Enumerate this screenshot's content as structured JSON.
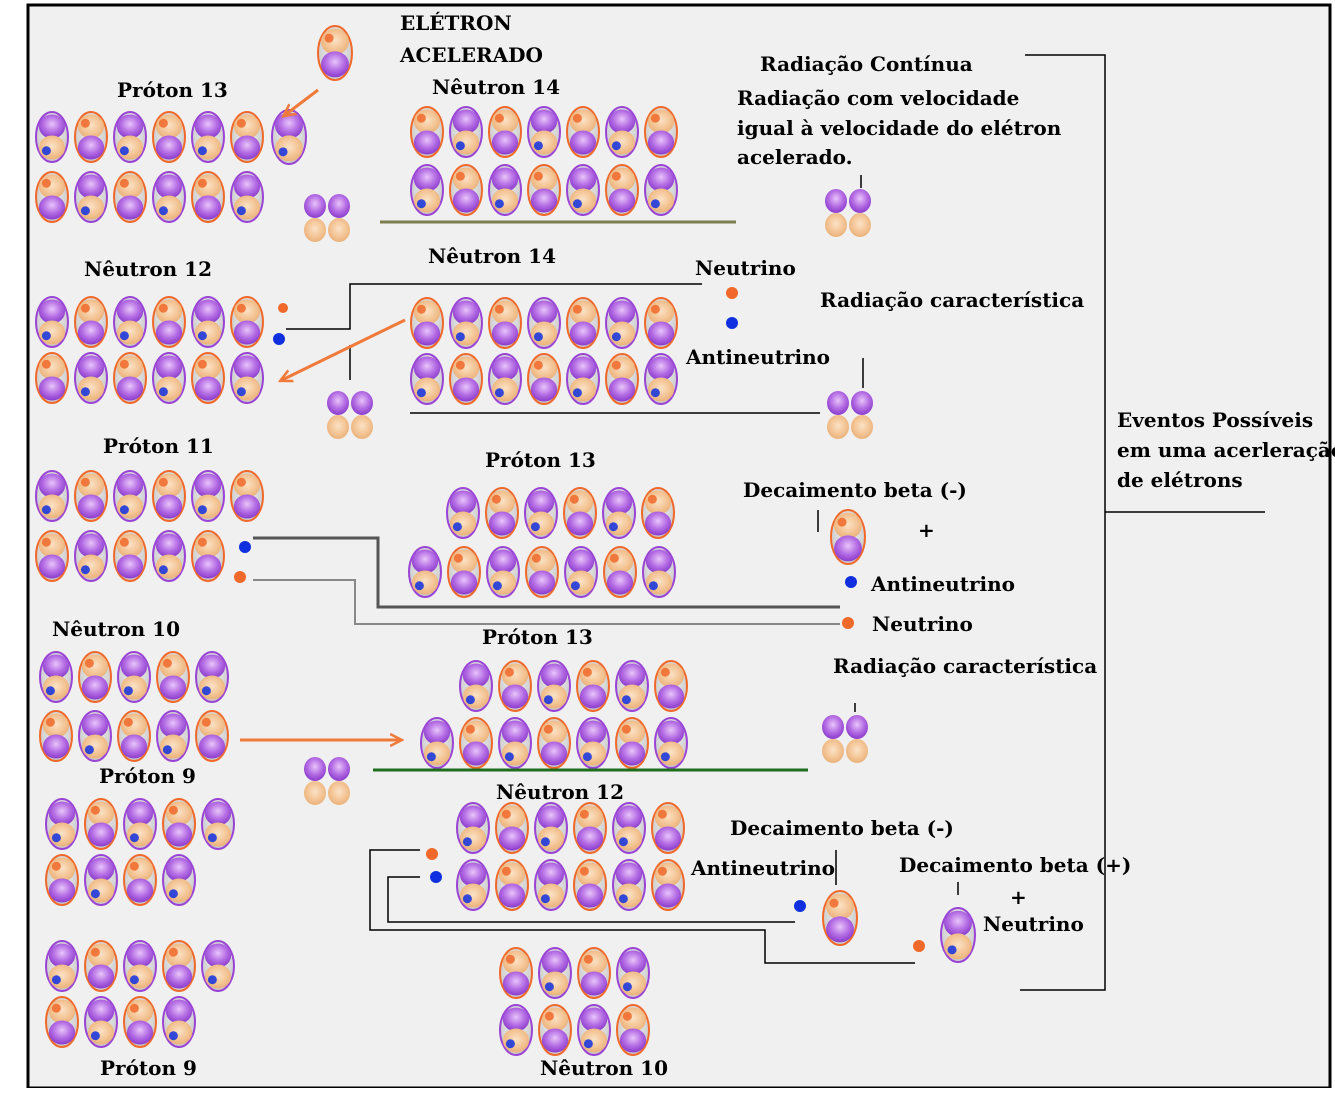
{
  "labels": {
    "eletron_line1": "ELÉTRON",
    "eletron_line2": "ACELERADO",
    "proton_13_a": "Próton   13",
    "neutron_14_a": "Nêutron   14",
    "radiacao_continua": "Radiação Contínua",
    "radiacao_desc_1": "Radiação com velocidade",
    "radiacao_desc_2": "igual à velocidade do elétron",
    "radiacao_desc_3": "acelerado.",
    "neutron_12_a": "Nêutron  12",
    "neutron_14_b": "Nêutron    14",
    "neutrino_a": "Neutrino",
    "radiacao_caracteristica_a": "Radiação característica",
    "antineutrino_a": "Antineutrino",
    "eventos_1": "Eventos Possíveis",
    "eventos_2": "em uma acerleração",
    "eventos_3": "de elétrons",
    "proton_11": "Próton 11",
    "proton_13_b": "Próton   13",
    "decaimento_beta_minus_a": "Decaimento beta (-)",
    "plus_a": "+",
    "antineutrino_b": "Antineutrino",
    "neutrino_b": "Neutrino",
    "neutron_10_a": "Nêutron    10",
    "proton_13_c": "Próton   13",
    "radiacao_caracteristica_b": "Radiação característica",
    "proton_9_a": "Próton    9",
    "neutron_12_b": "Nêutron   12",
    "decaimento_beta_minus_b": "Decaimento beta (-)",
    "antineutrino_c": "Antineutrino",
    "decaimento_beta_plus": "Decaimento beta (+)",
    "plus_b": "+",
    "neutrino_c": "Neutrino",
    "proton_9_b": "Próton    9",
    "neutron_10_b": "Nêutron   10"
  },
  "colors": {
    "proton_purple": "#9a44d6",
    "proton_light": "#d8a6f0",
    "neutron_peach": "#f2c08e",
    "neutron_grey": "#d7d7d7",
    "orange_particle": "#f0692a",
    "blue_particle": "#1030e0",
    "line_olive": "#7d7d4e",
    "line_green": "#1e6e1e",
    "arrow_orange": "#ef7a3a",
    "background": "#f0f0f0"
  }
}
